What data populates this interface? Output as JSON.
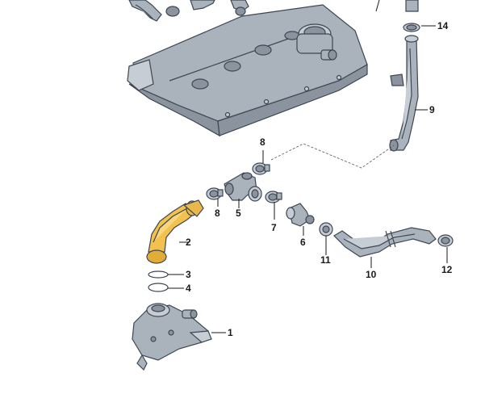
{
  "callouts": {
    "c1": "1",
    "c2": "2",
    "c3": "3",
    "c4": "4",
    "c5": "5",
    "c6": "6",
    "c7": "7",
    "c8a": "8",
    "c8b": "8",
    "c9": "9",
    "c10": "10",
    "c11": "11",
    "c12": "12",
    "c14": "14"
  },
  "colors": {
    "highlight_part": "#f2c14e",
    "metal": "#aab2bc",
    "outline": "#3d4652"
  }
}
